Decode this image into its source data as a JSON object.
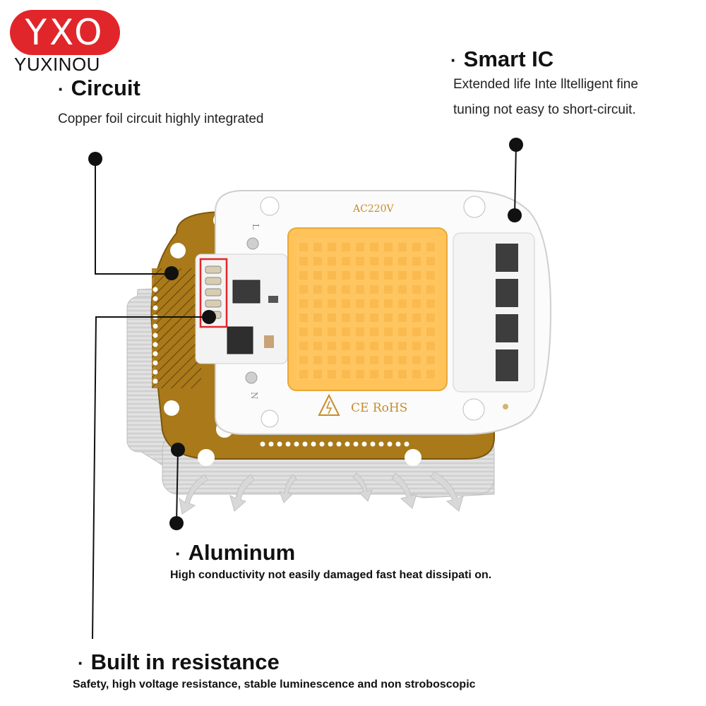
{
  "brand": {
    "logo_letters": "YXO",
    "name": "YUXINOU",
    "color": "#e1262b"
  },
  "board": {
    "voltage_label": "AC220V",
    "cert_label": "CE RoHS",
    "pin_l": "L",
    "pin_n": "N"
  },
  "callouts": {
    "circuit": {
      "bullet": "·",
      "title": "Circuit",
      "description": "Copper foil circuit  highly integrated"
    },
    "smart_ic": {
      "bullet": "·",
      "title": "Smart IC",
      "description_line1": "Extended life Inte  lltelligent fine",
      "description_line2": "tuning  not easy to short-circuit."
    },
    "aluminum": {
      "bullet": "·",
      "title": "Aluminum",
      "description": "High conductivity not easily  damaged fast heat dissipati  on."
    },
    "resistance": {
      "bullet": "·",
      "title": "Built in resistance",
      "description": "Safety, high voltage resistance, stable luminescence and non stroboscopic"
    }
  },
  "colors": {
    "led": "#ffc35a",
    "copper": "#a9791a",
    "aluminum": "#d9d9d9",
    "highlight_box": "#e3262b"
  }
}
